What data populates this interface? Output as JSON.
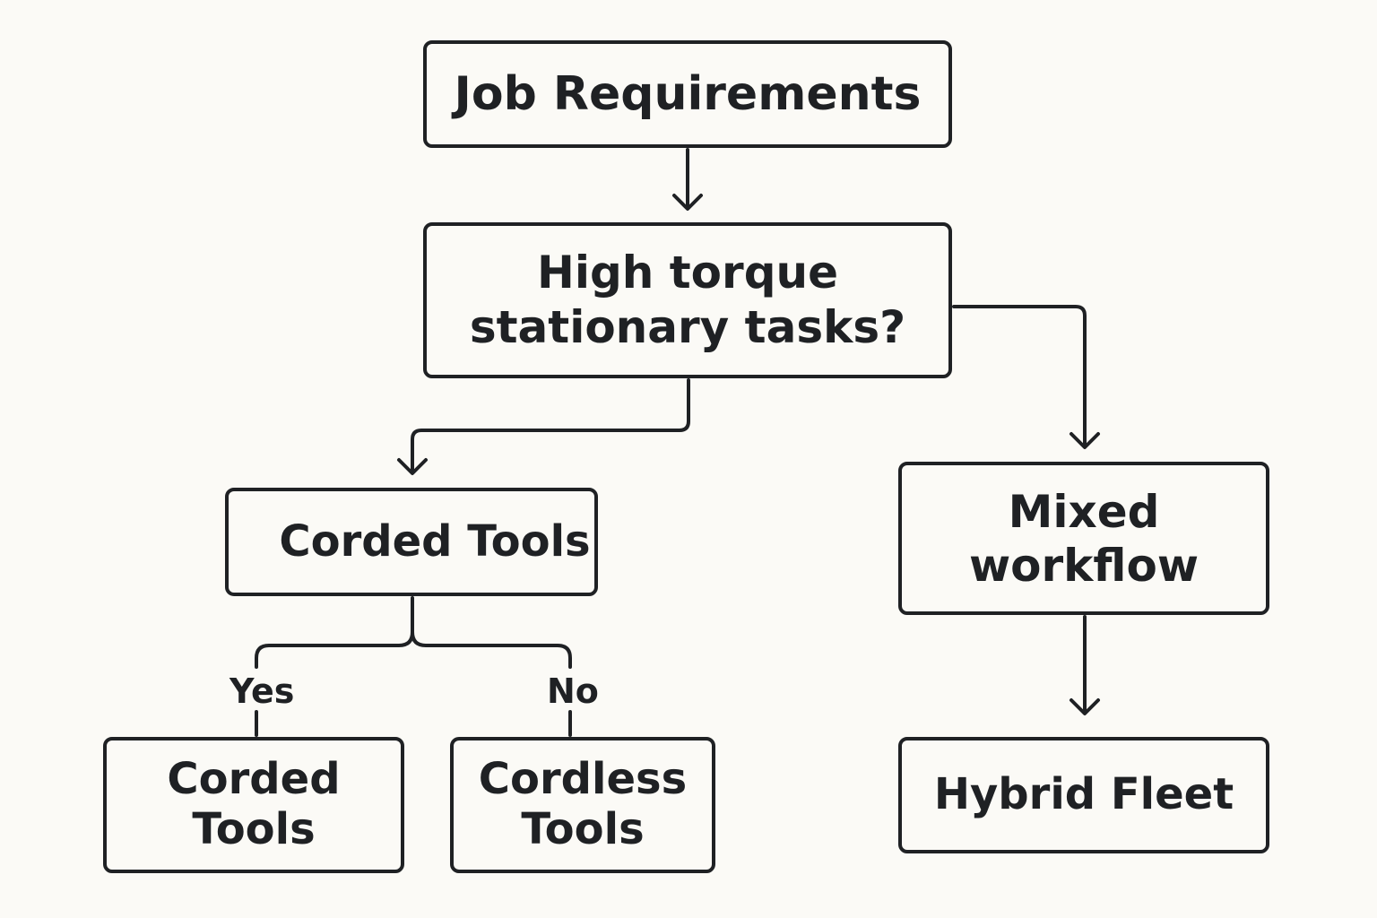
{
  "flowchart": {
    "nodes": {
      "job_requirements": "Job Requirements",
      "high_torque": "High torque\nstationary tasks?",
      "corded_tools_mid": "Corded Tools",
      "corded_tools_leaf": "Corded\nTools",
      "cordless_tools": "Cordless\nTools",
      "mixed_workflow": "Mixed\nworkflow",
      "hybrid_fleet": "Hybrid Fleet"
    },
    "edge_labels": {
      "yes": "Yes",
      "no": "No"
    },
    "edges": [
      {
        "from": "job_requirements",
        "to": "high_torque",
        "arrow": true
      },
      {
        "from": "high_torque",
        "to": "corded_tools_mid",
        "arrow": true
      },
      {
        "from": "high_torque",
        "to": "mixed_workflow",
        "arrow": true
      },
      {
        "from": "corded_tools_mid",
        "to": "corded_tools_leaf",
        "label": "Yes",
        "arrow": false
      },
      {
        "from": "corded_tools_mid",
        "to": "cordless_tools",
        "label": "No",
        "arrow": false
      },
      {
        "from": "mixed_workflow",
        "to": "hybrid_fleet",
        "arrow": true
      }
    ]
  },
  "colors": {
    "background": "#fbfaf6",
    "ink": "#1f2124"
  }
}
